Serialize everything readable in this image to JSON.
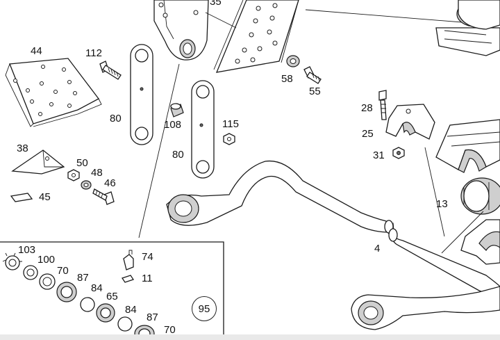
{
  "labels": {
    "p35": "35",
    "p44": "44",
    "p112": "112",
    "p80a": "80",
    "p80b": "80",
    "p108": "108",
    "p115": "115",
    "p58": "58",
    "p55": "55",
    "p28": "28",
    "p25": "25",
    "p31": "31",
    "p13": "13",
    "p4": "4",
    "p38": "38",
    "p50": "50",
    "p48": "48",
    "p46": "46",
    "p45": "45",
    "p103": "103",
    "p100": "100",
    "p70a": "70",
    "p87a": "87",
    "p84a": "84",
    "p65": "65",
    "p84b": "84",
    "p87b": "87",
    "p70b": "70",
    "p74": "74",
    "p11": "11",
    "p95": "95"
  }
}
